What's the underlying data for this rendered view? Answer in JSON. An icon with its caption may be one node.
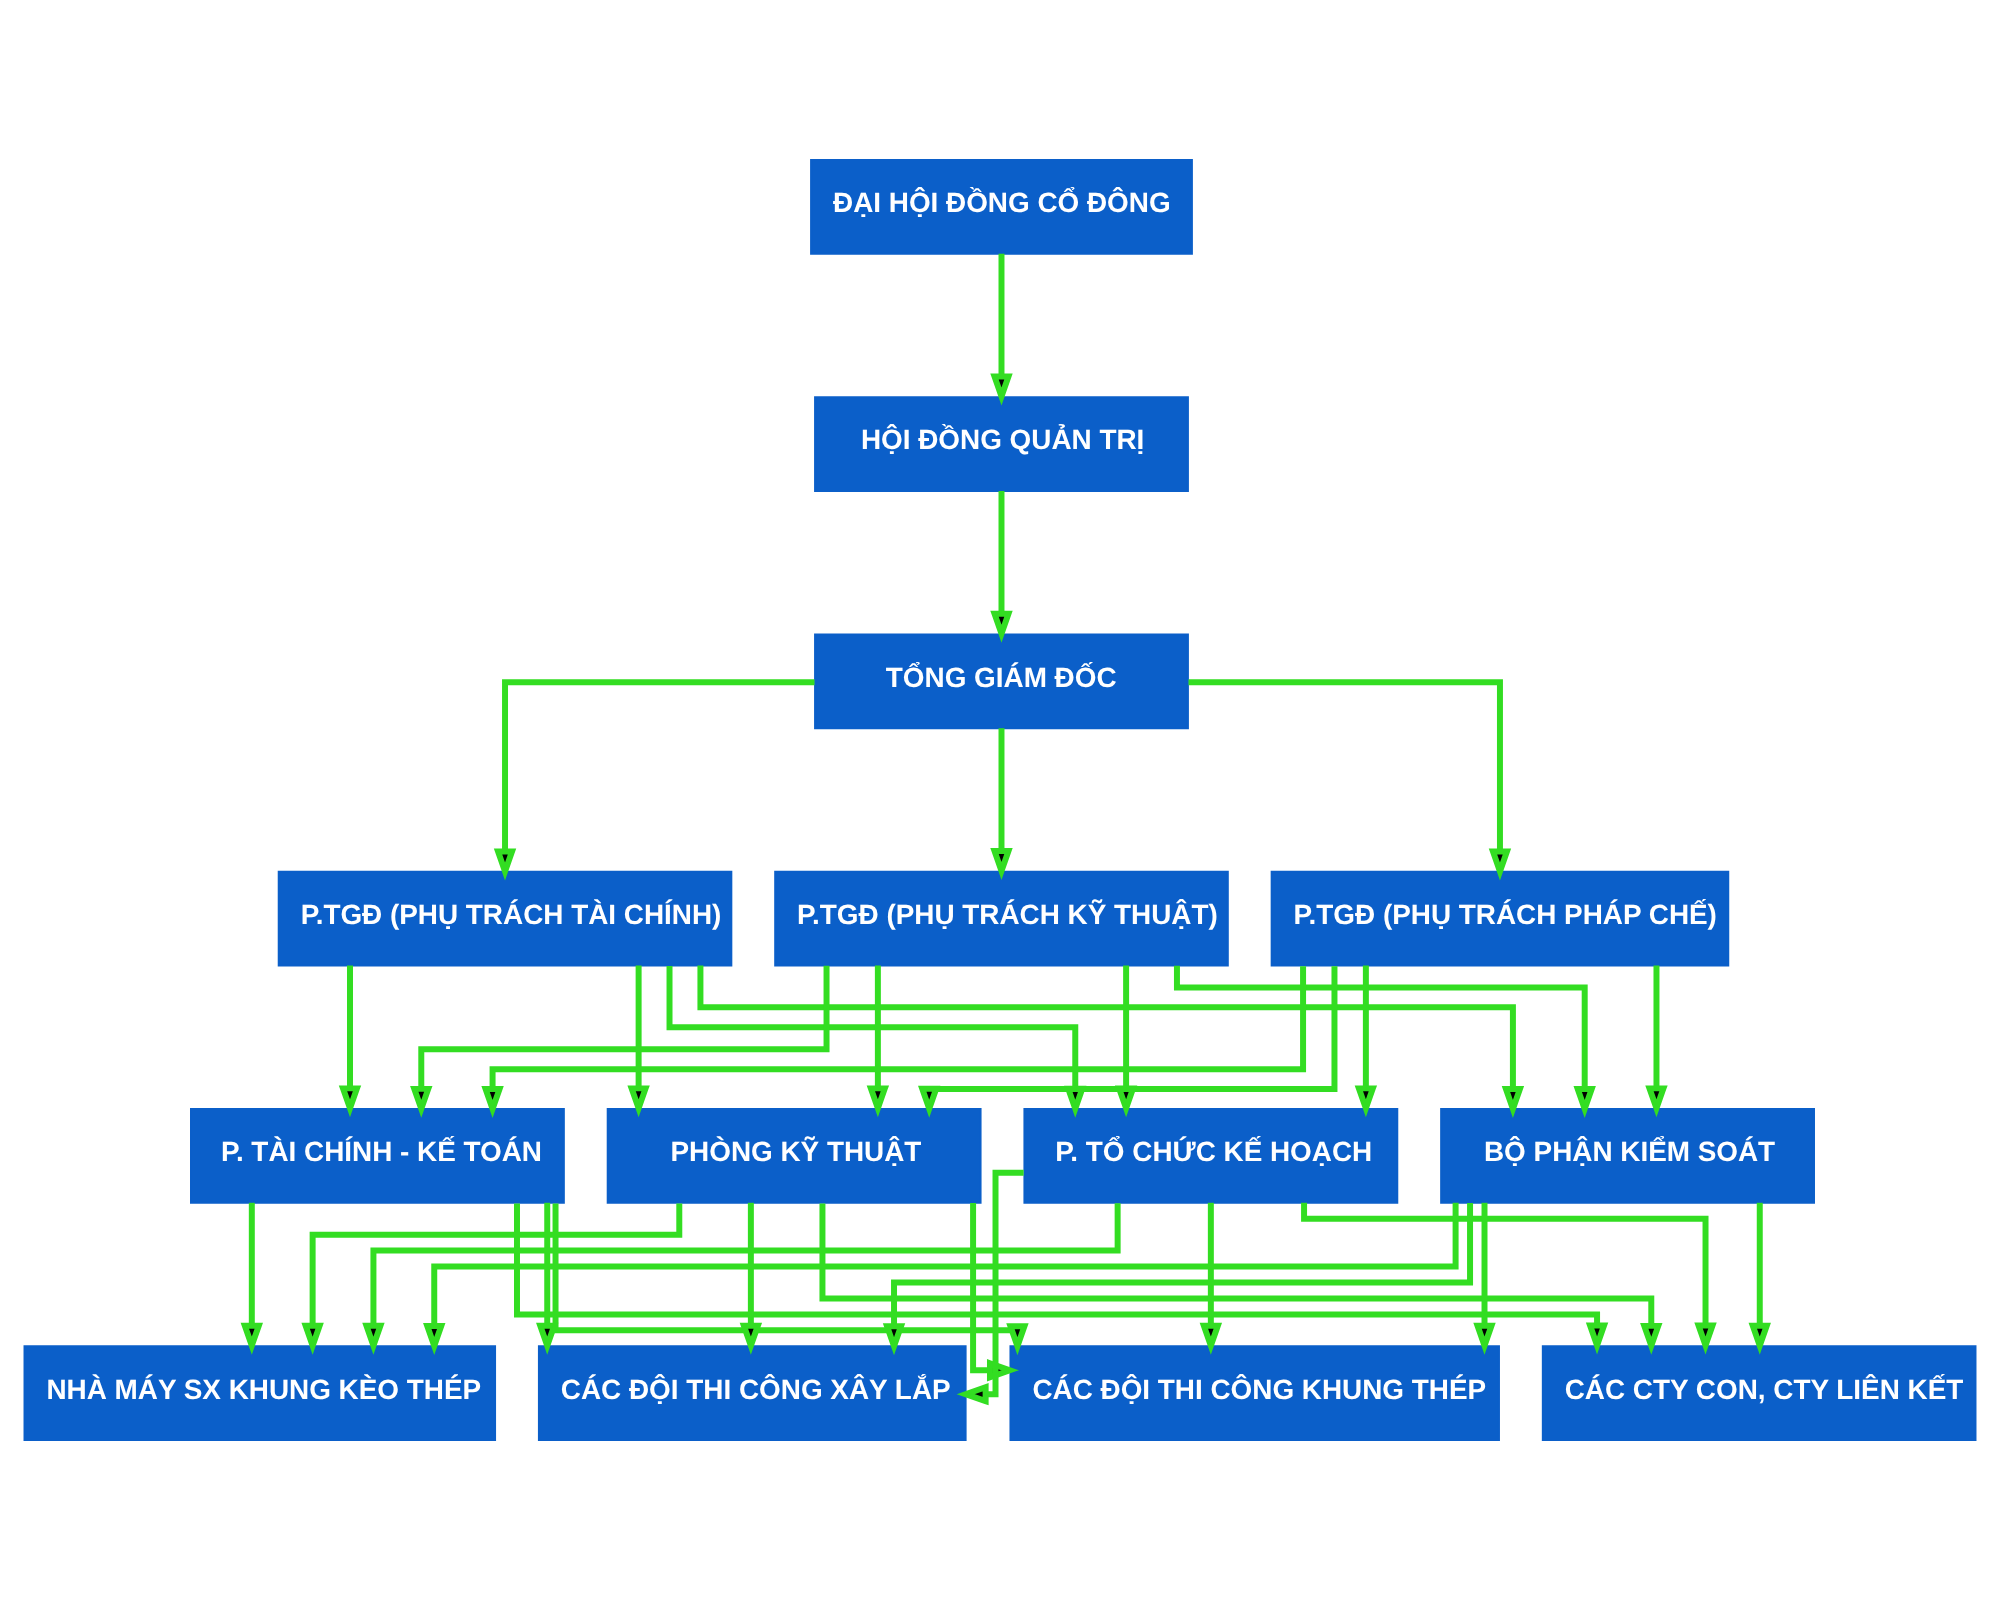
{
  "diagram": {
    "nodes": [
      {
        "text": [
          "ĐẠI HỘI ĐỒNG CỔ ĐÔNG"
        ]
      },
      {
        "text": [
          "HỘI ĐỒNG QUẢN TRỊ"
        ]
      },
      {
        "text": [
          "TỔNG GIÁM ĐỐC"
        ]
      },
      {
        "text": [
          "P.TGĐ (PHỤ TRÁCH TÀI CHÍNH)"
        ]
      },
      {
        "text": [
          "P.TGĐ (PHỤ TRÁCH KỸ THUẬT)"
        ]
      },
      {
        "text": [
          "P.TGĐ (PHỤ TRÁCH PHÁP CHẾ)"
        ]
      },
      {
        "text": [
          "P. TÀI CHÍNH - KẾ TOÁN"
        ]
      },
      {
        "text": [
          "PHÒNG KỸ THUẬT"
        ]
      },
      {
        "text": [
          "P. TỔ CHỨC KẾ HOẠCH"
        ]
      },
      {
        "text": [
          "BỘ PHẬN KIỂM SOÁT"
        ]
      },
      {
        "text": [
          "NHÀ MÁY SX KHUNG KÈO THÉP"
        ]
      },
      {
        "text": [
          "CÁC ĐỘI THI CÔNG XÂY LẮP"
        ]
      },
      {
        "text": [
          "CÁC ĐỘI THI CÔNG KHUNG THÉP"
        ]
      },
      {
        "text": [
          "CÁC CTY CON, CTY LIÊN KẾT"
        ]
      }
    ],
    "edges": [
      {
        "from": 0,
        "to": 1,
        "arrow": "to"
      },
      {
        "from": 1,
        "to": 2,
        "arrow": "to"
      },
      {
        "from": 2,
        "to": 3,
        "arrow": "to"
      },
      {
        "from": 2,
        "to": 4,
        "arrow": "to"
      },
      {
        "from": 2,
        "to": 5,
        "arrow": "to"
      },
      {
        "from": 3,
        "to": 6,
        "arrow": "to"
      },
      {
        "from": 3,
        "to": 7,
        "arrow": "to"
      },
      {
        "from": 3,
        "to": 8,
        "arrow": "to"
      },
      {
        "from": 3,
        "to": 9,
        "arrow": "to"
      },
      {
        "from": 4,
        "to": 6,
        "arrow": "to"
      },
      {
        "from": 4,
        "to": 7,
        "arrow": "to"
      },
      {
        "from": 4,
        "to": 8,
        "arrow": "to"
      },
      {
        "from": 4,
        "to": 9,
        "arrow": "to"
      },
      {
        "from": 5,
        "to": 6,
        "arrow": "to"
      },
      {
        "from": 5,
        "to": 7,
        "arrow": "to"
      },
      {
        "from": 5,
        "to": 8,
        "arrow": "to"
      },
      {
        "from": 5,
        "to": 9,
        "arrow": "to"
      },
      {
        "from": 6,
        "to": 10,
        "arrow": "to"
      },
      {
        "from": 6,
        "to": 11,
        "arrow": "to"
      },
      {
        "from": 6,
        "to": 12,
        "arrow": "to"
      },
      {
        "from": 6,
        "to": 13,
        "arrow": "to"
      },
      {
        "from": 7,
        "to": 10,
        "arrow": "to"
      },
      {
        "from": 7,
        "to": 11,
        "arrow": "to"
      },
      {
        "from": 7,
        "to": 12,
        "arrow": "to"
      },
      {
        "from": 7,
        "to": 13,
        "arrow": "to"
      },
      {
        "from": 8,
        "to": 10,
        "arrow": "to"
      },
      {
        "from": 8,
        "to": 11,
        "arrow": "to"
      },
      {
        "from": 8,
        "to": 12,
        "arrow": "to"
      },
      {
        "from": 8,
        "to": 13,
        "arrow": "to"
      },
      {
        "from": 9,
        "to": 10,
        "arrow": "to"
      },
      {
        "from": 9,
        "to": 11,
        "arrow": "to"
      },
      {
        "from": 9,
        "to": 12,
        "arrow": "to"
      },
      {
        "from": 9,
        "to": 13,
        "arrow": "to"
      }
    ]
  }
}
